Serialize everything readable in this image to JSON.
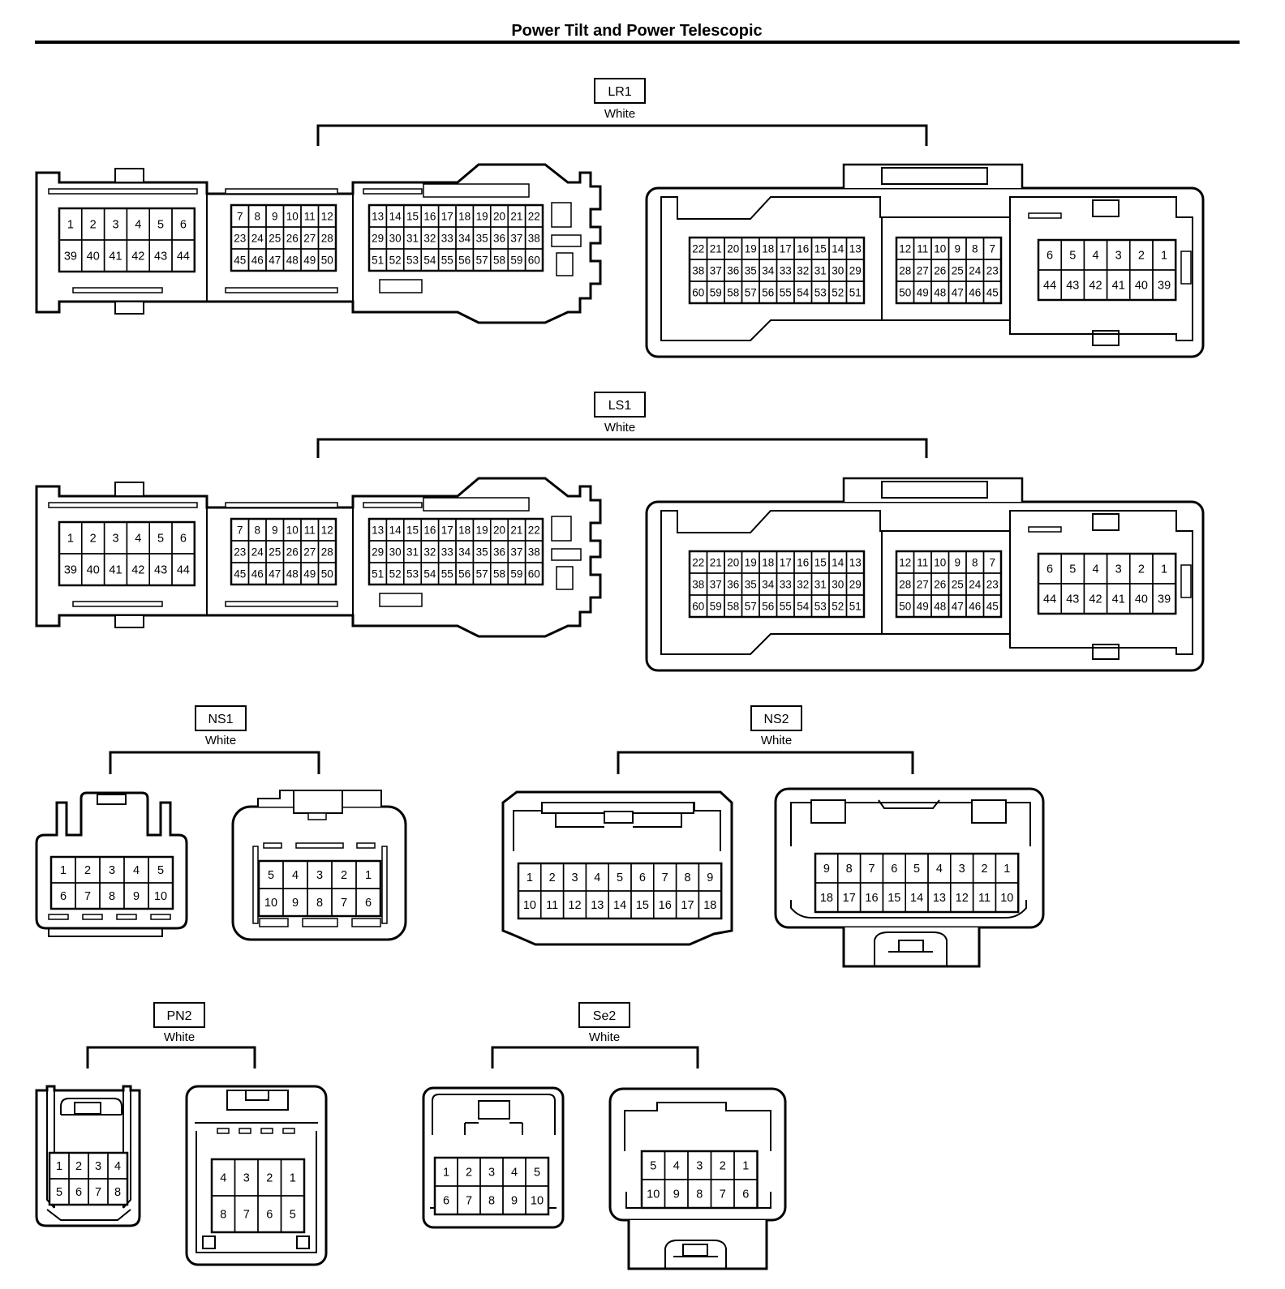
{
  "title": "Power Tilt and Power Telescopic",
  "connectors": {
    "LR1": {
      "code": "LR1",
      "color": "White"
    },
    "LS1": {
      "code": "LS1",
      "color": "White"
    },
    "NS1": {
      "code": "NS1",
      "color": "White"
    },
    "NS2": {
      "code": "NS2",
      "color": "White"
    },
    "PN2": {
      "code": "PN2",
      "color": "White"
    },
    "Se2": {
      "code": "Se2",
      "color": "White"
    }
  },
  "pin_layouts": {
    "big_female": {
      "block_a": [
        [
          "1",
          "2",
          "3",
          "4",
          "5",
          "6"
        ],
        [
          "39",
          "40",
          "41",
          "42",
          "43",
          "44"
        ]
      ],
      "block_b": [
        [
          "7",
          "8",
          "9",
          "10",
          "11",
          "12"
        ],
        [
          "23",
          "24",
          "25",
          "26",
          "27",
          "28"
        ],
        [
          "45",
          "46",
          "47",
          "48",
          "49",
          "50"
        ]
      ],
      "block_c": [
        [
          "13",
          "14",
          "15",
          "16",
          "17",
          "18",
          "19",
          "20",
          "21",
          "22"
        ],
        [
          "29",
          "30",
          "31",
          "32",
          "33",
          "34",
          "35",
          "36",
          "37",
          "38"
        ],
        [
          "51",
          "52",
          "53",
          "54",
          "55",
          "56",
          "57",
          "58",
          "59",
          "60"
        ]
      ]
    },
    "big_male": {
      "block_a": [
        [
          "22",
          "21",
          "20",
          "19",
          "18",
          "17",
          "16",
          "15",
          "14",
          "13"
        ],
        [
          "38",
          "37",
          "36",
          "35",
          "34",
          "33",
          "32",
          "31",
          "30",
          "29"
        ],
        [
          "60",
          "59",
          "58",
          "57",
          "56",
          "55",
          "54",
          "53",
          "52",
          "51"
        ]
      ],
      "block_b": [
        [
          "12",
          "11",
          "10",
          "9",
          "8",
          "7"
        ],
        [
          "28",
          "27",
          "26",
          "25",
          "24",
          "23"
        ],
        [
          "50",
          "49",
          "48",
          "47",
          "46",
          "45"
        ]
      ],
      "block_c": [
        [
          "6",
          "5",
          "4",
          "3",
          "2",
          "1"
        ],
        [
          "44",
          "43",
          "42",
          "41",
          "40",
          "39"
        ]
      ]
    },
    "ns1_female": [
      [
        "1",
        "2",
        "3",
        "4",
        "5"
      ],
      [
        "6",
        "7",
        "8",
        "9",
        "10"
      ]
    ],
    "ns1_male": [
      [
        "5",
        "4",
        "3",
        "2",
        "1"
      ],
      [
        "10",
        "9",
        "8",
        "7",
        "6"
      ]
    ],
    "ns2_female": [
      [
        "1",
        "2",
        "3",
        "4",
        "5",
        "6",
        "7",
        "8",
        "9"
      ],
      [
        "10",
        "11",
        "12",
        "13",
        "14",
        "15",
        "16",
        "17",
        "18"
      ]
    ],
    "ns2_male": [
      [
        "9",
        "8",
        "7",
        "6",
        "5",
        "4",
        "3",
        "2",
        "1"
      ],
      [
        "18",
        "17",
        "16",
        "15",
        "14",
        "13",
        "12",
        "11",
        "10"
      ]
    ],
    "pn2_female": [
      [
        "1",
        "2",
        "3",
        "4"
      ],
      [
        "5",
        "6",
        "7",
        "8"
      ]
    ],
    "pn2_male": [
      [
        "4",
        "3",
        "2",
        "1"
      ],
      [
        "8",
        "7",
        "6",
        "5"
      ]
    ],
    "se2_female": [
      [
        "1",
        "2",
        "3",
        "4",
        "5"
      ],
      [
        "6",
        "7",
        "8",
        "9",
        "10"
      ]
    ],
    "se2_male": [
      [
        "5",
        "4",
        "3",
        "2",
        "1"
      ],
      [
        "10",
        "9",
        "8",
        "7",
        "6"
      ]
    ]
  }
}
